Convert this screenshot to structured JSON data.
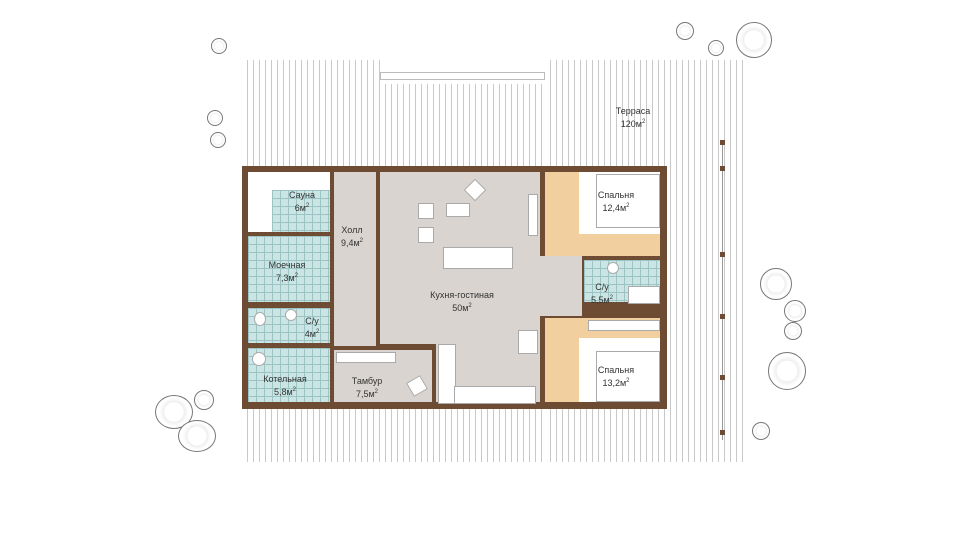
{
  "plan": {
    "rooms": [
      {
        "id": "terrace",
        "name": "Терраса",
        "area": "120м",
        "sup": "2"
      },
      {
        "id": "sauna",
        "name": "Сауна",
        "area": "6м",
        "sup": "2"
      },
      {
        "id": "hall",
        "name": "Холл",
        "area": "9,4м",
        "sup": "2"
      },
      {
        "id": "washroom",
        "name": "Моечная",
        "area": "7,3м",
        "sup": "2"
      },
      {
        "id": "bathroom-left",
        "name": "С/у",
        "area": "4м",
        "sup": "2"
      },
      {
        "id": "boiler",
        "name": "Котельная",
        "area": "5,8м",
        "sup": "2"
      },
      {
        "id": "vestibule",
        "name": "Тамбур",
        "area": "7,5м",
        "sup": "2"
      },
      {
        "id": "kitchen-living",
        "name": "Кухня-гостиная",
        "area": "50м",
        "sup": "2"
      },
      {
        "id": "bedroom-1",
        "name": "Спальня",
        "area": "12,4м",
        "sup": "2"
      },
      {
        "id": "bathroom-right",
        "name": "С/у",
        "area": "5,5м",
        "sup": "2"
      },
      {
        "id": "bedroom-2",
        "name": "Спальня",
        "area": "13,2м",
        "sup": "2"
      }
    ],
    "colors": {
      "wall": "#6e4b33",
      "floor": "#d9d4cf",
      "tile": "#cbe5e5",
      "wardrobe": "#f2cf9f"
    }
  }
}
